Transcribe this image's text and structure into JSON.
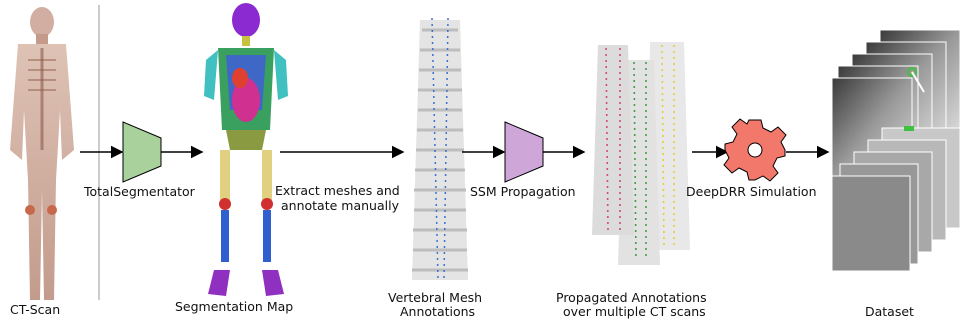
{
  "stages": {
    "ct_scan": "CT-Scan",
    "totalsegmentator": "TotalSegmentator",
    "segmentation_map": "Segmentation Map",
    "extract_line1": "Extract meshes and",
    "extract_line2": "annotate manually",
    "vertebral_line1": "Vertebral Mesh",
    "vertebral_line2": "Annotations",
    "ssm": "SSM Propagation",
    "propagated_line1": "Propagated Annotations",
    "propagated_line2": "over multiple CT scans",
    "deepdrr": "DeepDRR Simulation",
    "dataset": "Dataset"
  },
  "colors": {
    "totalsegmentator_block": "#a9d19c",
    "ssm_block": "#cfa6d8",
    "gear": "#f2786b",
    "annotation_blue": "#3b6fd4",
    "annotation_red": "#d64a7a",
    "annotation_green": "#3ea04a",
    "annotation_yellow": "#e0d040"
  }
}
